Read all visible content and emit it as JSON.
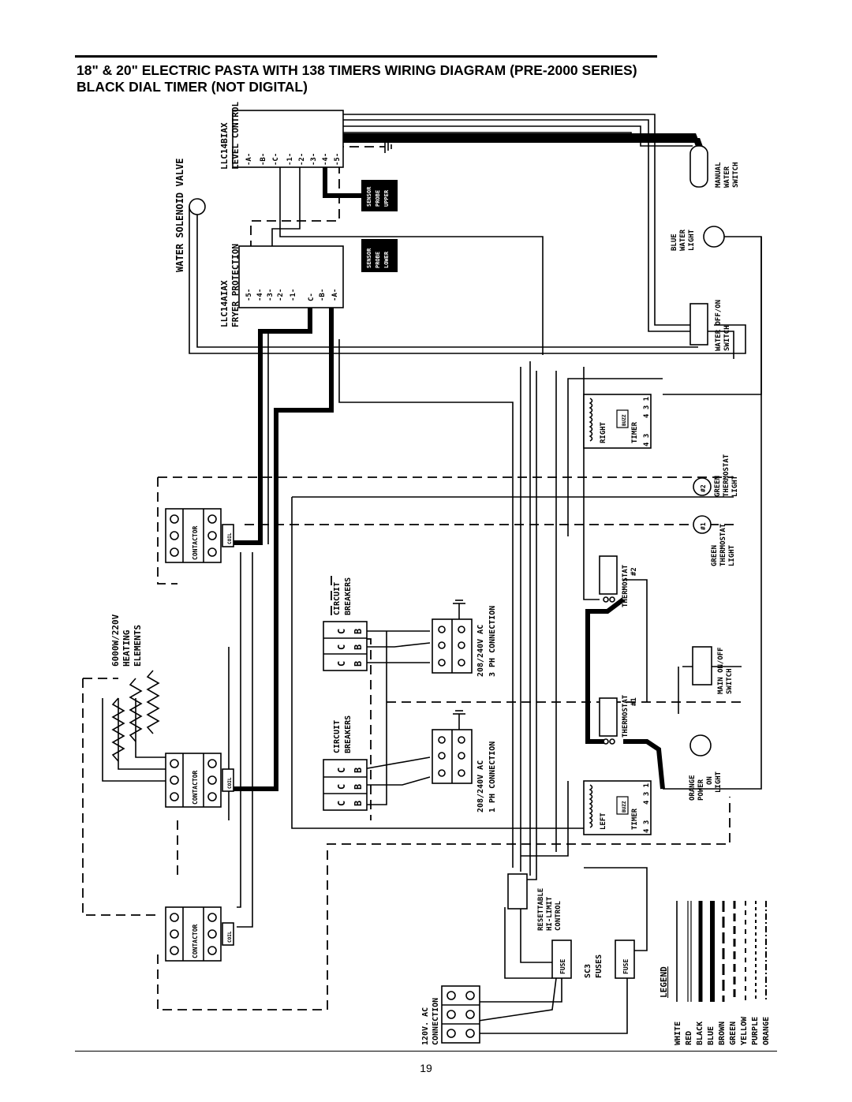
{
  "page": {
    "title_line1": "18\" & 20\" ELECTRIC PASTA WITH 138 TIMERS WIRING DIAGRAM (PRE-2000 SERIES)",
    "title_line2": "BLACK DIAL TIMER (NOT DIGITAL)",
    "page_number": "19"
  },
  "components": {
    "level_control": [
      "LLC14BIAX",
      "LEVEL CONTROL"
    ],
    "level_terminals": [
      "-A-",
      "-B-",
      "-C-",
      "-1-",
      "-2-",
      "-3-",
      "-4-",
      "-5-"
    ],
    "water_solenoid": "WATER SOLENOID VALVE",
    "sensor_upper": [
      "SENSOR",
      "PROBE",
      "UPPER"
    ],
    "sensor_lower": [
      "SENSOR",
      "PROBE",
      "LOWER"
    ],
    "fryer_protection": [
      "LLC14AIAX",
      "FRYER PROTECTION"
    ],
    "fryer_terminals": [
      "-5-",
      "-4-",
      "-3-",
      "-2-",
      "-1-",
      "C-",
      "-B-",
      "-A-"
    ],
    "manual_water_switch": [
      "MANUAL",
      "WATER",
      "SWITCH"
    ],
    "blue_water_light": [
      "BLUE",
      "WATER",
      "LIGHT"
    ],
    "water_onoff_switch": [
      "WATER OFF/ON",
      "SWITCH"
    ],
    "right_timer": {
      "name": "RIGHT",
      "timer": "TIMER",
      "buzz": "BUZZ",
      "pins_top": "4 3 1",
      "pins_bottom": "4 3"
    },
    "left_timer": {
      "name": "LEFT",
      "timer": "TIMER",
      "buzz": "BUZZ",
      "pins_top": "4 3 1",
      "pins_bottom": "4 3"
    },
    "light_2": {
      "tag": "#2",
      "label": [
        "GREEN",
        "THERMOSTAT",
        "LIGHT"
      ]
    },
    "light_1": {
      "tag": "#1",
      "label": [
        "GREEN",
        "THERMOSTAT",
        "LIGHT"
      ]
    },
    "thermostat_2": [
      "THERMOSTAT",
      "#2"
    ],
    "thermostat_1": [
      "THERMOSTAT",
      "#1"
    ],
    "main_switch": [
      "MAIN ON/OFF",
      "SWITCH"
    ],
    "orange_light": [
      "ORANGE",
      "POWER",
      "ON",
      "LIGHT"
    ],
    "contactor": "CONTACTOR",
    "coil": "COIL",
    "heating_elements": [
      "6000W/220V",
      "HEATING",
      "ELEMENTS"
    ],
    "circuit_breakers": [
      "CIRCUIT",
      "BREAKERS"
    ],
    "breaker_letters": [
      "C",
      "C",
      "C",
      "B",
      "B",
      "B"
    ],
    "connection_3ph": [
      "208/240V AC",
      "3 PH CONNECTION"
    ],
    "connection_1ph": [
      "208/240V AC",
      "1 PH CONNECTION"
    ],
    "hi_limit": [
      "RESETTABLE",
      "HI-LIMIT",
      "CONTROL"
    ],
    "fuses_label": [
      "SC3",
      "FUSES"
    ],
    "fuse": "FUSE",
    "connection_120": [
      "120V. AC",
      "CONNECTION"
    ]
  },
  "legend": {
    "title": "LEGEND",
    "items": [
      "WHITE",
      "RED",
      "BLACK",
      "BLUE",
      "BROWN",
      "GREEN",
      "YELLOW",
      "PURPLE",
      "ORANGE"
    ]
  }
}
